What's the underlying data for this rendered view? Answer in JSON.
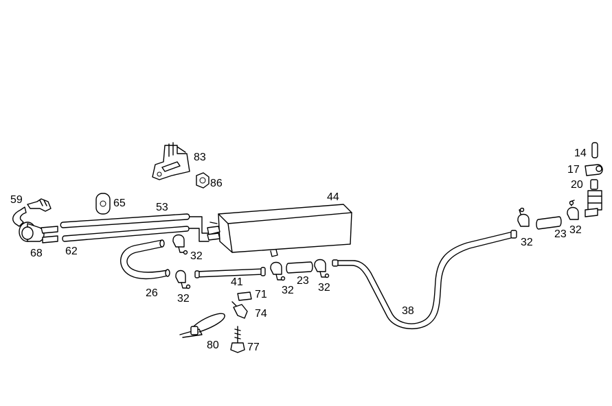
{
  "diagram": {
    "parts": [
      {
        "id": "p14",
        "label": "14"
      },
      {
        "id": "p17",
        "label": "17"
      },
      {
        "id": "p20",
        "label": "20"
      },
      {
        "id": "p23a",
        "label": "23"
      },
      {
        "id": "p23b",
        "label": "23"
      },
      {
        "id": "p26",
        "label": "26"
      },
      {
        "id": "p32a",
        "label": "32"
      },
      {
        "id": "p32b",
        "label": "32"
      },
      {
        "id": "p32c",
        "label": "32"
      },
      {
        "id": "p32d",
        "label": "32"
      },
      {
        "id": "p32e",
        "label": "32"
      },
      {
        "id": "p32f",
        "label": "32"
      },
      {
        "id": "p38",
        "label": "38"
      },
      {
        "id": "p41",
        "label": "41"
      },
      {
        "id": "p44",
        "label": "44"
      },
      {
        "id": "p53",
        "label": "53"
      },
      {
        "id": "p59",
        "label": "59"
      },
      {
        "id": "p62",
        "label": "62"
      },
      {
        "id": "p65",
        "label": "65"
      },
      {
        "id": "p68",
        "label": "68"
      },
      {
        "id": "p71",
        "label": "71"
      },
      {
        "id": "p74",
        "label": "74"
      },
      {
        "id": "p77",
        "label": "77"
      },
      {
        "id": "p80",
        "label": "80"
      },
      {
        "id": "p83",
        "label": "83"
      },
      {
        "id": "p86",
        "label": "86"
      }
    ]
  }
}
